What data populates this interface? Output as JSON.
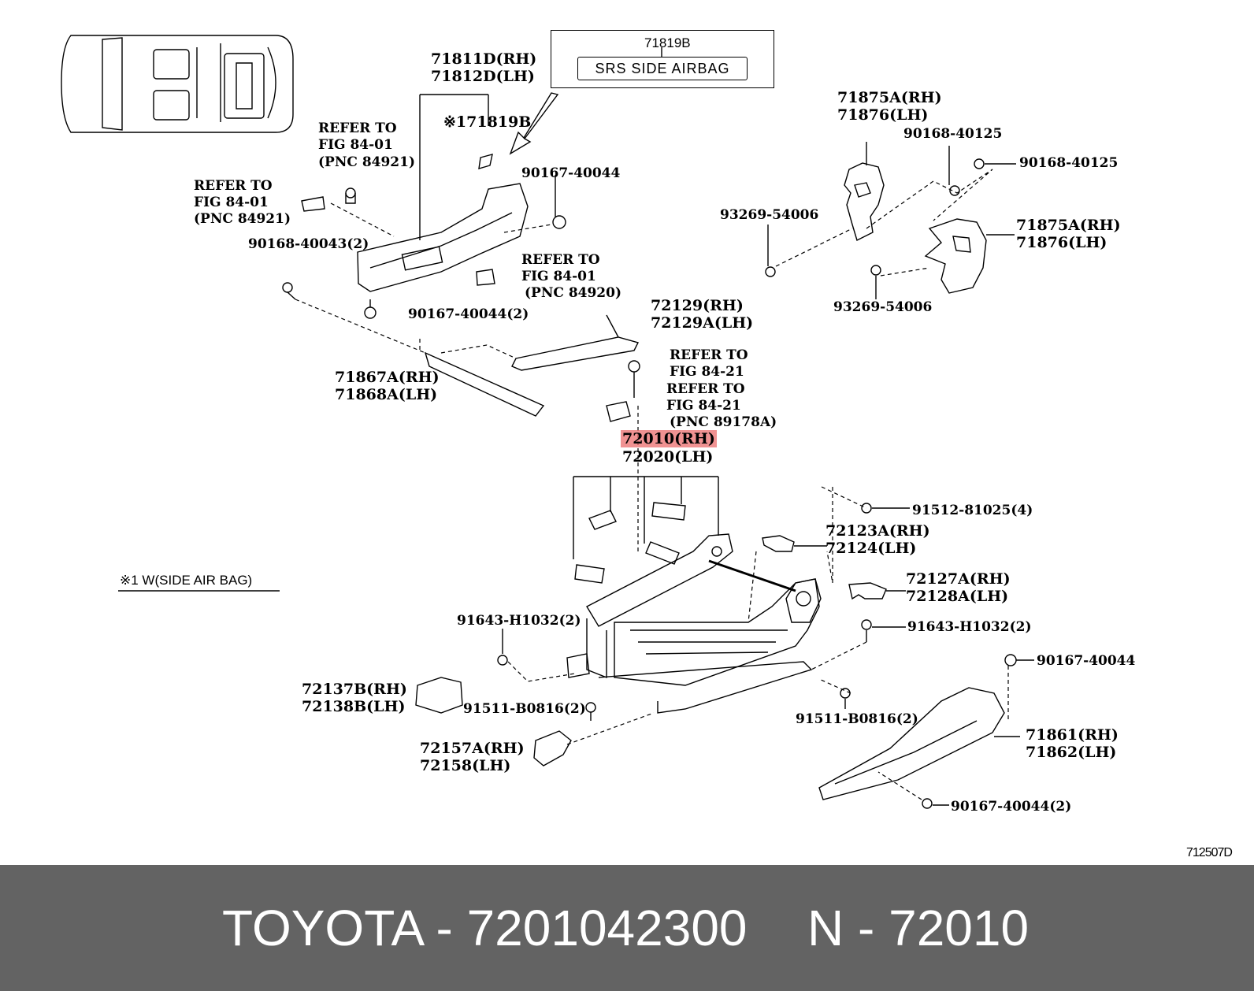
{
  "labels": {
    "srs_part": "71819B",
    "srs_text": "SRS SIDE AIRBAG",
    "p71811": "71811D(RH)",
    "p71812": "71812D(LH)",
    "note171819": "※171819B",
    "refer1_a": "REFER TO",
    "refer1_b": "FIG 84-01",
    "refer1_c": "(PNC 84921)",
    "refer2_a": "REFER TO",
    "refer2_b": "FIG 84-01",
    "refer2_c": "(PNC 84921)",
    "b90167_top": "90167-40044",
    "b90168_2": "90168-40043(2)",
    "refer3_a": "REFER TO",
    "refer3_b": "FIG 84-01",
    "refer3_c": "(PNC 84920)",
    "b90167_2": "90167-40044(2)",
    "p72129": "72129(RH)",
    "p72129a": "72129A(LH)",
    "p71867a": "71867A(RH)",
    "p71868a": "71868A(LH)",
    "refer4_a": "REFER TO",
    "refer4_b": "FIG 84-21",
    "refer5_a": "REFER TO",
    "refer5_b": "FIG 84-21",
    "refer5_c": "(PNC 89178A)",
    "p72010": "72010(RH)",
    "p72020": "72020(LH)",
    "p71875a_1": "71875A(RH)",
    "p71876_1": "71876(LH)",
    "b90168_40125_a": "90168-40125",
    "b90168_40125_b": "90168-40125",
    "b93269_a": "93269-54006",
    "p71875a_2": "71875A(RH)",
    "p71876_2": "71876(LH)",
    "b93269_b": "93269-54006",
    "b91512": "91512-81025(4)",
    "p72123a": "72123A(RH)",
    "p72124": "72124(LH)",
    "p72127a": "72127A(RH)",
    "p72128a": "72128A(LH)",
    "b91643_a": "91643-H1032(2)",
    "b91643_b": "91643-H1032(2)",
    "note_w": "※1 W(SIDE AIR BAG)",
    "b90167_right": "90167-40044",
    "p72137b": "72137B(RH)",
    "p72138b": "72138B(LH)",
    "b91511_a": "91511-B0816(2)",
    "b91511_b": "91511-B0816(2)",
    "p71861": "71861(RH)",
    "p71862": "71862(LH)",
    "p72157a": "72157A(RH)",
    "p72158": "72158(LH)",
    "b90167_bottom": "90167-40044(2)",
    "fig_code": "712507D"
  },
  "footer": {
    "brand_part": "TOYOTA - 7201042300",
    "pnc": "N - 72010"
  },
  "colors": {
    "highlight": "#eb6e6e",
    "footer_bg": "#636363",
    "footer_text": "#ffffff"
  }
}
